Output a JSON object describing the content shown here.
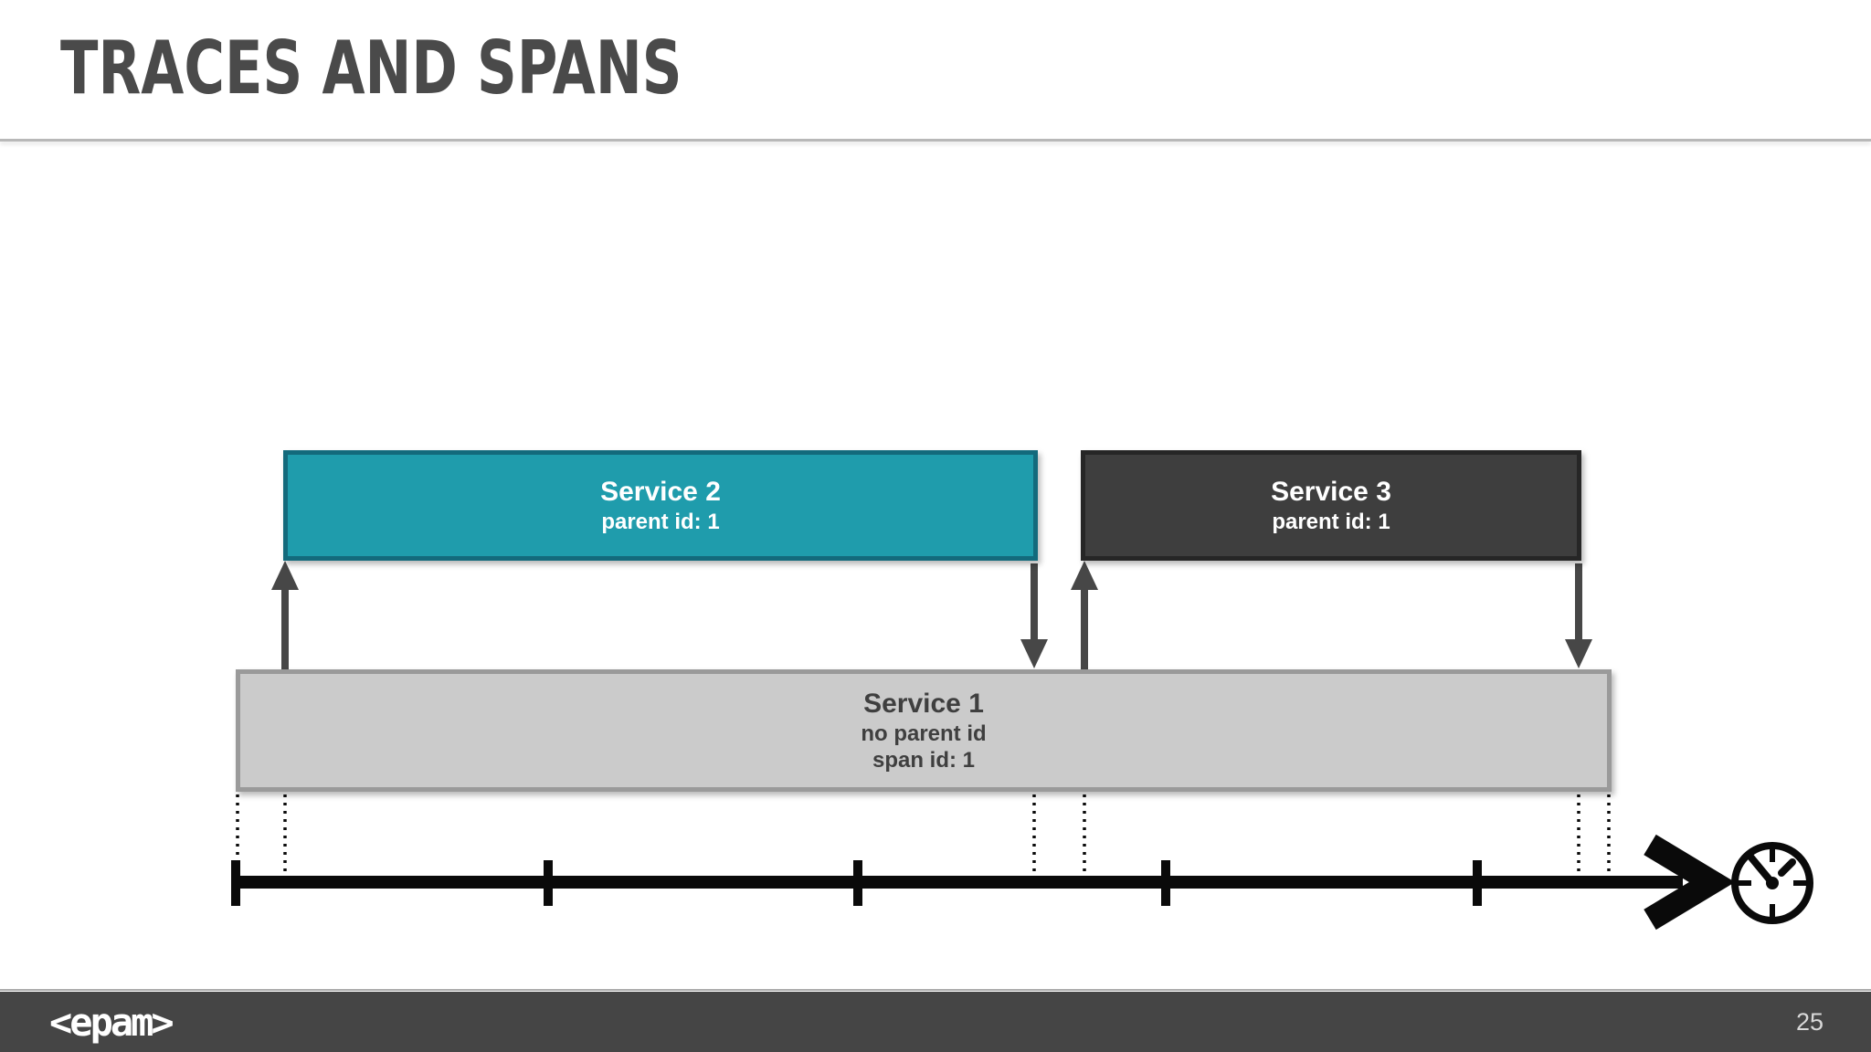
{
  "slide": {
    "title": "TRACES AND SPANS",
    "page_number": "25",
    "footer_logo": "<epam>"
  },
  "diagram": {
    "service2": {
      "title": "Service 2",
      "subtitle": "parent id: 1"
    },
    "service3": {
      "title": "Service 3",
      "subtitle": "parent id: 1"
    },
    "service1": {
      "title": "Service 1",
      "subtitle1": "no parent id",
      "subtitle2": "span id: 1"
    },
    "arrows": [
      {
        "name": "request-to-service2",
        "direction": "up"
      },
      {
        "name": "response-from-service2",
        "direction": "down"
      },
      {
        "name": "request-to-service3",
        "direction": "up"
      },
      {
        "name": "response-from-service3",
        "direction": "down"
      }
    ],
    "timeline": {
      "icon": "clock-icon",
      "tick_count": 5
    }
  },
  "colors": {
    "service2_fill": "#1f9cac",
    "service2_border": "#136a7c",
    "service3_fill": "#3e3e3e",
    "service3_border": "#262626",
    "service1_fill": "#cbcbcb",
    "service1_border": "#9a9a9a",
    "arrow": "#474747",
    "timeline": "#0a0a0a",
    "title_text": "#4a4a4a",
    "footer_bar": "#454545"
  }
}
